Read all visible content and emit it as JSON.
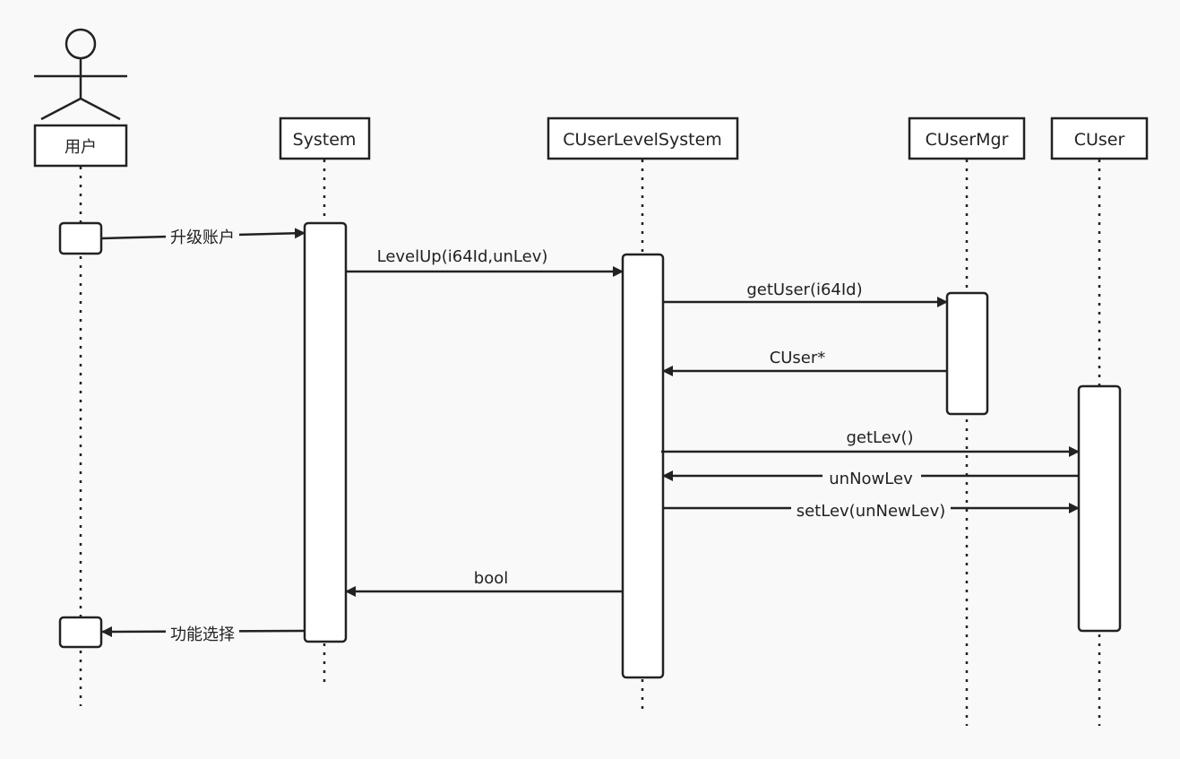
{
  "actor": {
    "label": "用户"
  },
  "participants": {
    "system": "System",
    "cuserlevelsystem": "CUserLevelSystem",
    "cusermgr": "CUserMgr",
    "cuser": "CUser"
  },
  "messages": {
    "upgrade_account": "升级账户",
    "level_up": "LevelUp(i64Id,unLev)",
    "get_user": "getUser(i64Id)",
    "cuser_ptr": "CUser*",
    "get_lev": "getLev()",
    "un_now_lev": "unNowLev",
    "set_lev": "setLev(unNewLev)",
    "bool_return": "bool",
    "function_select": "功能选择"
  }
}
